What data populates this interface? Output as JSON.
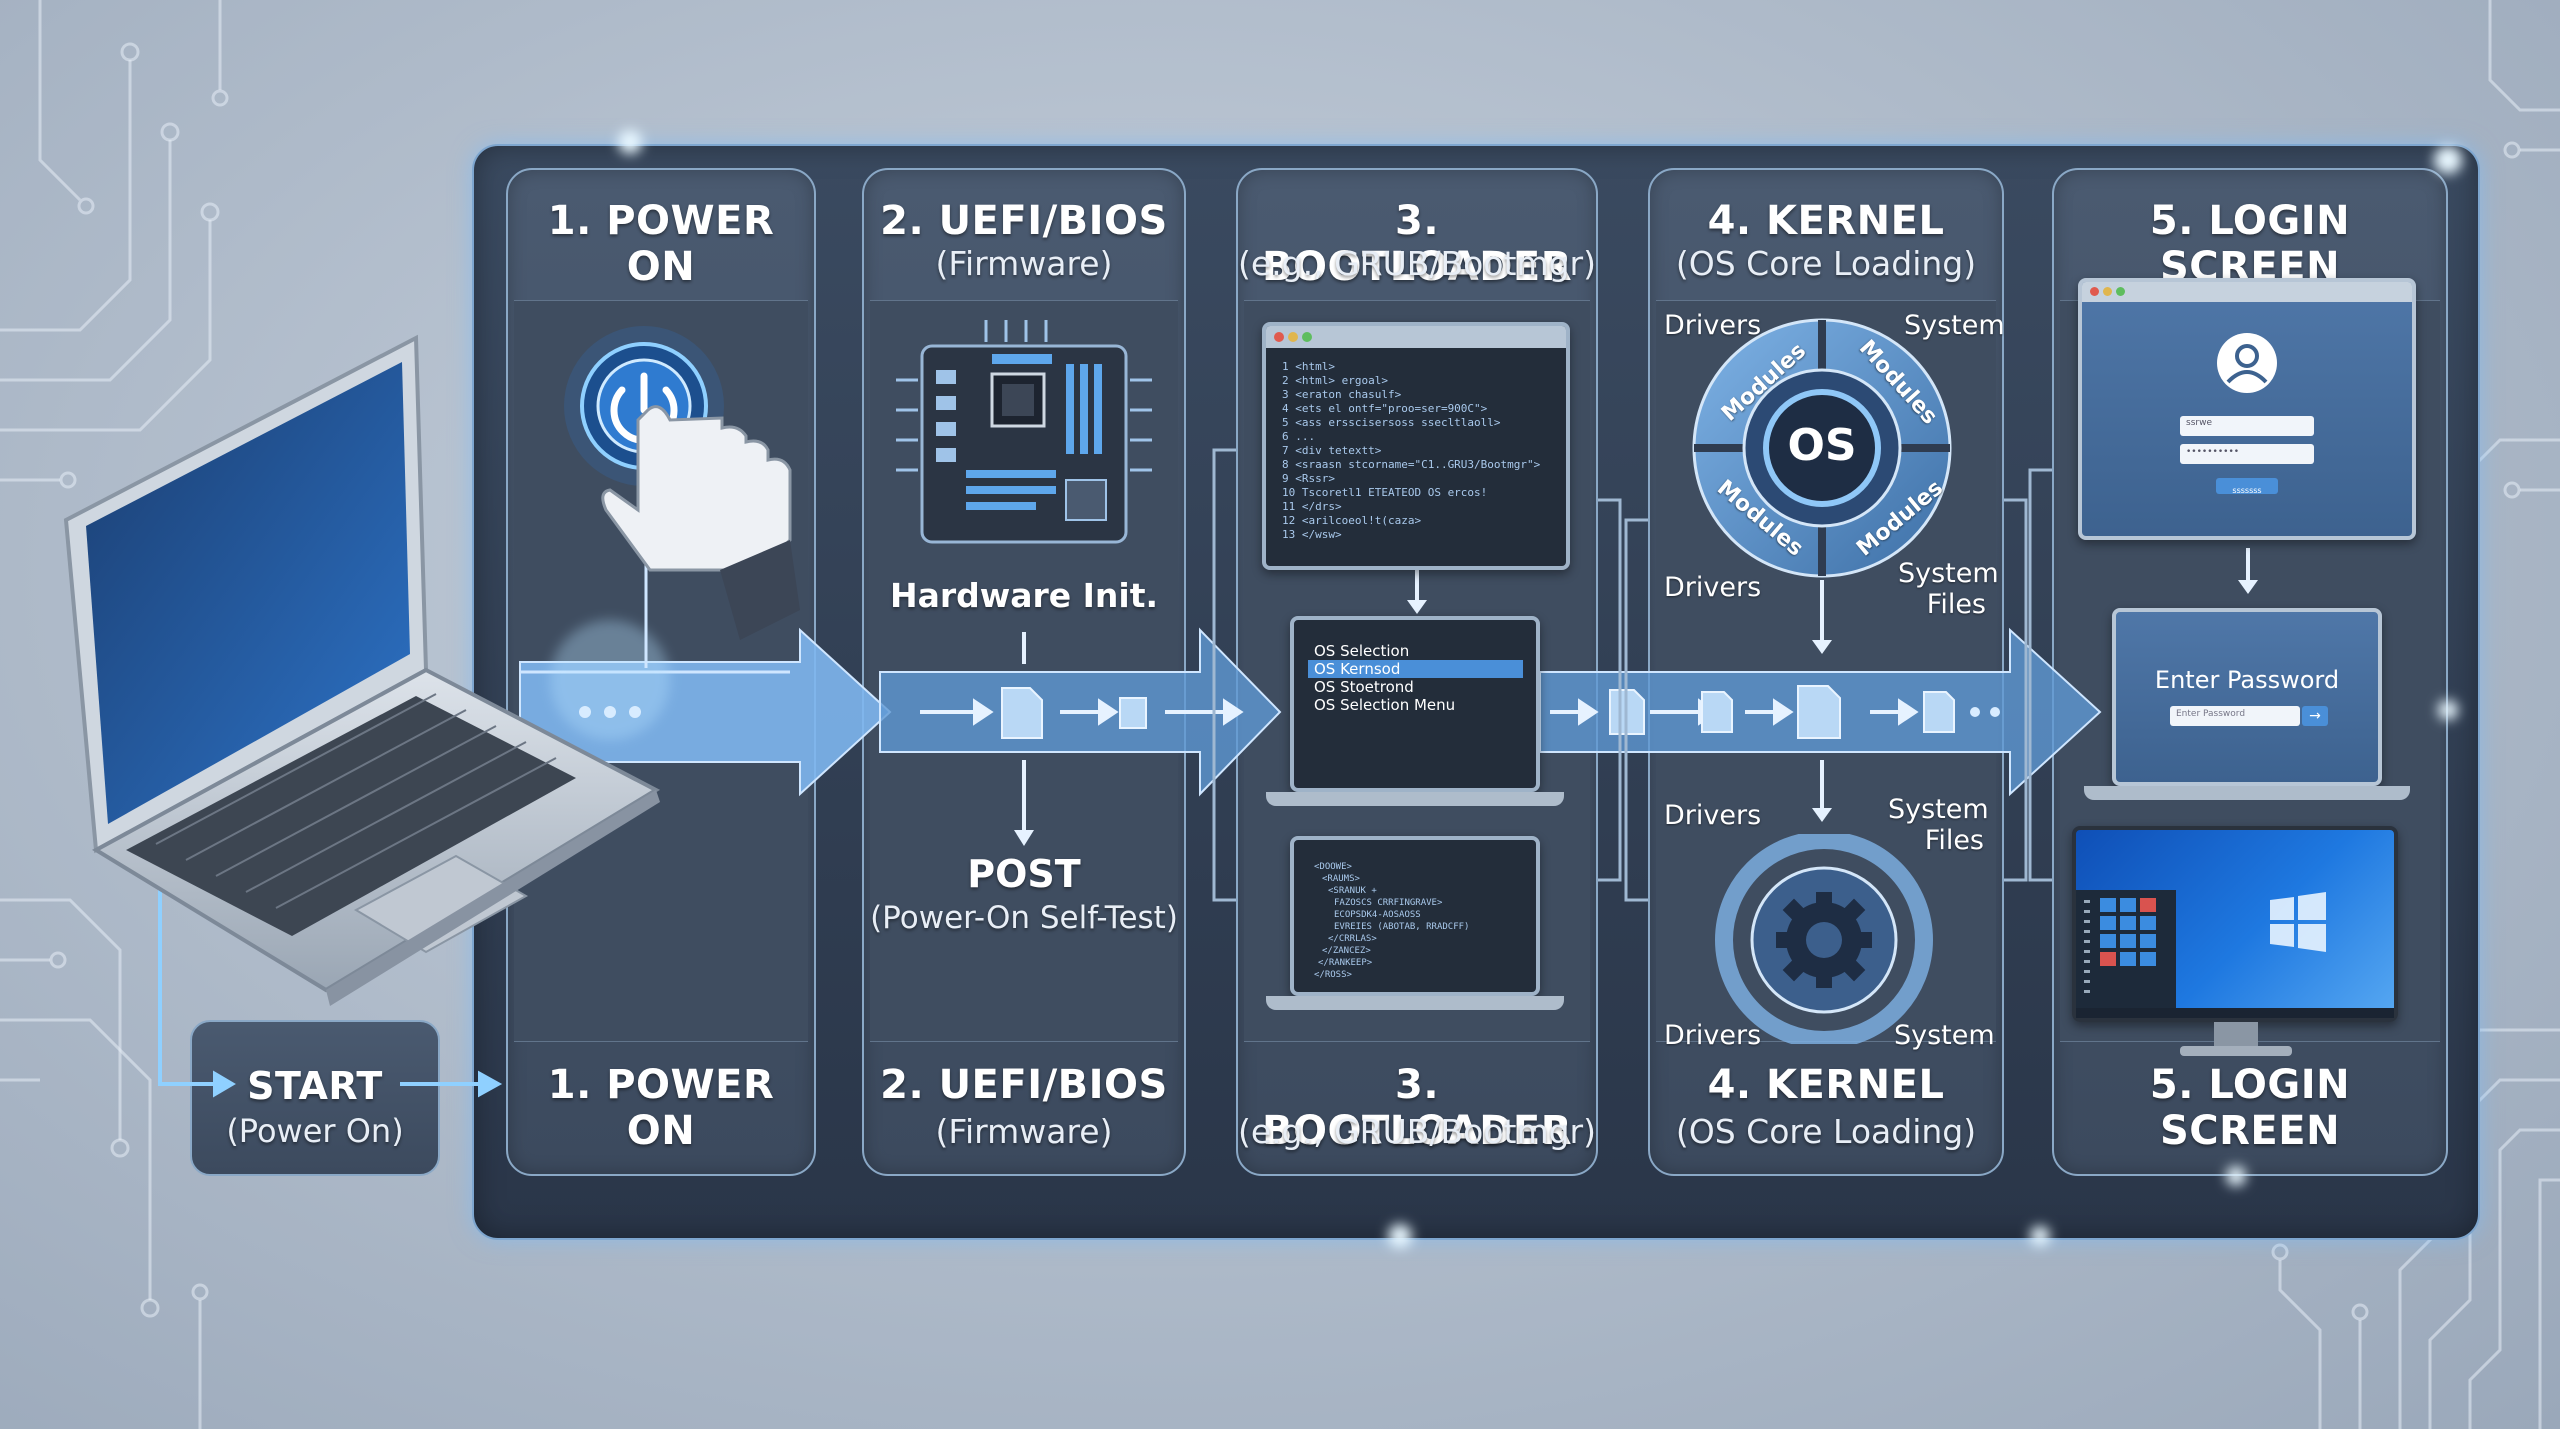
{
  "colors": {
    "accent": "#6fb6ff",
    "panel": "#3c4a5e",
    "board": "#2f3c50",
    "glow": "#8fd0ff",
    "screen_blue": "#1f6fd6"
  },
  "start": {
    "title": "START",
    "subtitle": "(Power On)"
  },
  "steps": [
    {
      "title": "1. POWER ON",
      "subtitle": "",
      "bottom_title": "1. POWER ON",
      "bottom_subtitle": ""
    },
    {
      "title": "2. UEFI/BIOS",
      "subtitle": "(Firmware)",
      "bottom_title": "2. UEFI/BIOS",
      "bottom_subtitle": "(Firmware)"
    },
    {
      "title": "3. BOOTLOADER",
      "subtitle": "(e.g., GRUB/Bootmgr)",
      "bottom_title": "3. BOOTLOADER",
      "bottom_subtitle": "(e.g., GRUB/Bootmgr)"
    },
    {
      "title": "4. KERNEL",
      "subtitle": "(OS Core Loading)",
      "bottom_title": "4. KERNEL",
      "bottom_subtitle": "(OS Core Loading)"
    },
    {
      "title": "5. LOGIN SCREEN",
      "subtitle": "",
      "bottom_title": "5. LOGIN SCREEN",
      "bottom_subtitle": ""
    }
  ],
  "uefi": {
    "hardware_init": "Hardware Init.",
    "post_title": "POST",
    "post_subtitle": "(Power-On Self-Test)"
  },
  "bootloader": {
    "code_lines": [
      "1  <html>",
      "2   <html> ergoal>",
      "3    <eraton chasulf>",
      "4     <ets el ontf=\"proo=ser=900C\">",
      "5     <ass ersscisersoss ssecltlaoll>",
      "6    ...",
      "7   <div tetextt>",
      "8     <sraasn stcorname=\"C1..GRU3/Bootmgr\">",
      "9    <Rssr>",
      "10     Tscoretl1 ETEATEOD OS ercos!",
      "11    </drs>",
      "12   <arilcoeol!t(caza>",
      "13 </wsw>"
    ],
    "menu": [
      "OS Selection",
      "OS Kernsod",
      "OS Stoetrond",
      "OS Selection Menu"
    ],
    "selected_index": 1,
    "code_lines_2": [
      "<DOOWE>",
      "<RAUMS>",
      "<SRANUK +",
      "FAZOSCS CRRFINGRAVE>",
      "ECOPSDK4-AOSAOSS",
      "EVREIES (ABOTAB, RRADCFF)",
      "</CRRLAS>",
      "</ZANCEZ>",
      "</RANKEEP>",
      "</ROSS>"
    ]
  },
  "kernel": {
    "os_label": "OS",
    "modules_label": "Modules",
    "labels": {
      "drivers": "Drivers",
      "system": "System",
      "system_files": "System\nFiles"
    }
  },
  "login": {
    "username_placeholder": "ssrwe",
    "password_mask": "••••••••••",
    "login_button": "sssssss",
    "enter_password_title": "Enter Password",
    "enter_password_placeholder": "Enter Password"
  }
}
